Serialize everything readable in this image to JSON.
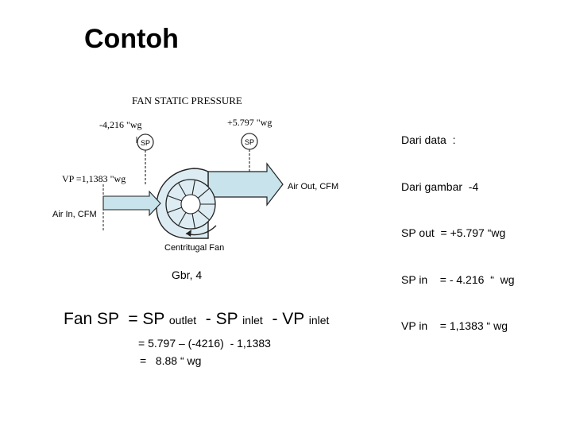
{
  "slide": {
    "title": "Contoh"
  },
  "diagram": {
    "heading": "FAN STATIC PRESSURE",
    "sp_in_reading": "-4,216 \"wg",
    "sp_out_reading": "+5.797 \"wg",
    "gauge_label": "SP",
    "vp_reading": "VP =1,1383 \"wg",
    "air_out_label": "Air Out,   CFM",
    "air_in_label": "Air In,   CFM",
    "fan_label": "Centritugal Fan"
  },
  "info": {
    "lines": [
      "Dari data  :",
      "Dari gambar  -4",
      "SP out  = +5.797 “wg",
      "SP in    = - 4.216  “  wg",
      "VP in    = 1,1383 “ wg"
    ]
  },
  "caption": "Gbr, 4",
  "formula": {
    "lhs": "Fan SP  = SP ",
    "sub1": "outlet",
    "mid": "  - SP ",
    "sub2": "inlet",
    "mid2": "  - VP ",
    "sub3": "inlet"
  },
  "calc": {
    "line1": "= 5.797 – (-4216)  - 1,1383",
    "line2": "=   8.88 “ wg"
  },
  "colors": {
    "fan_fill": "#dcecf2",
    "arrow_fill": "#c8e3ec",
    "outline": "#222222"
  }
}
